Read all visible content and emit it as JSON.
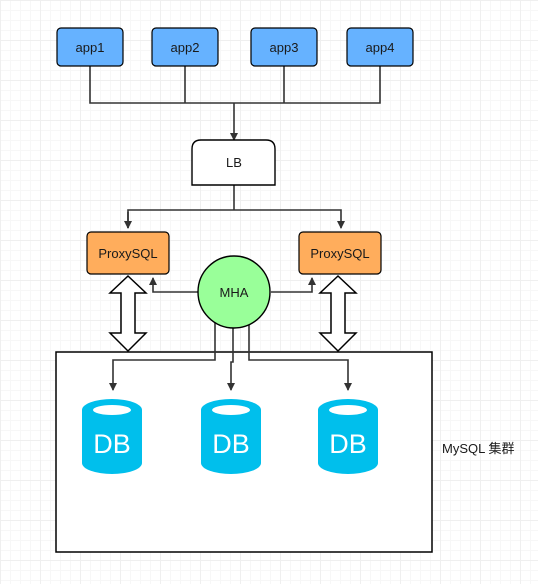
{
  "apps": [
    {
      "label": "app1"
    },
    {
      "label": "app2"
    },
    {
      "label": "app3"
    },
    {
      "label": "app4"
    }
  ],
  "lb": {
    "label": "LB"
  },
  "proxies": [
    {
      "label": "ProxySQL"
    },
    {
      "label": "ProxySQL"
    }
  ],
  "mha": {
    "label": "MHA"
  },
  "databases": [
    {
      "label": "DB"
    },
    {
      "label": "DB"
    },
    {
      "label": "DB"
    }
  ],
  "cluster": {
    "label": "MySQL 集群"
  },
  "colors": {
    "app_fill": "#66b2ff",
    "proxy_fill": "#ffad5c",
    "mha_fill": "#99ff99",
    "db_fill": "#00bfec",
    "line": "#333333"
  }
}
